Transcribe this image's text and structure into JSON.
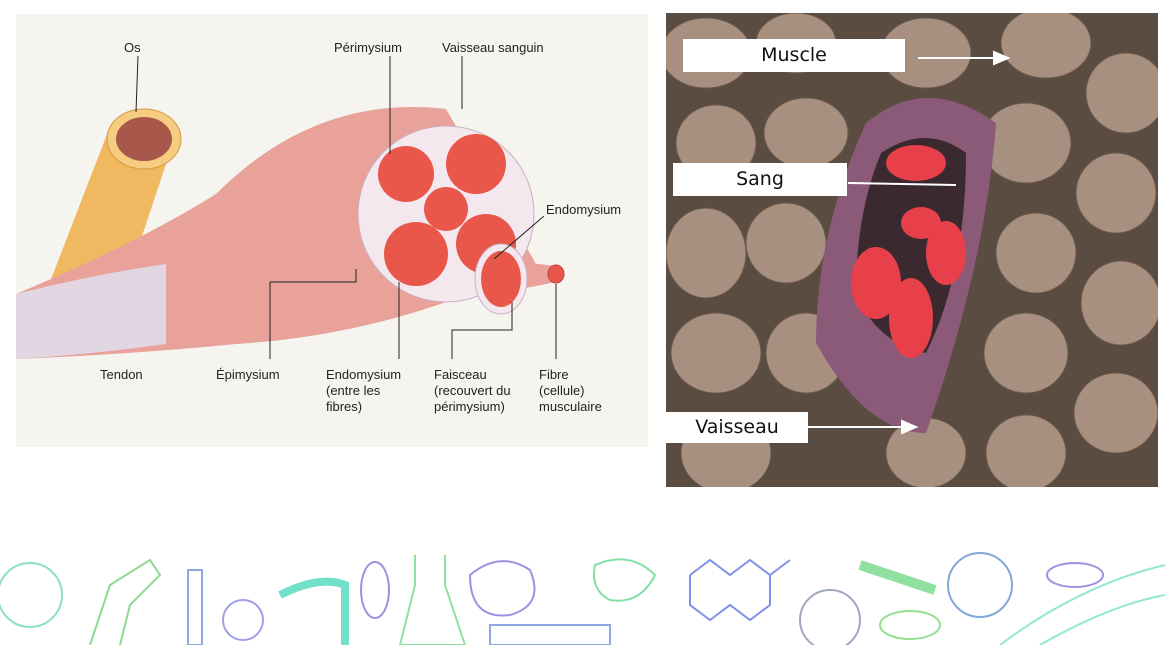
{
  "left_diagram": {
    "labels": {
      "os": "Os",
      "perimysium": "Périmysium",
      "vaisseau_sanguin": "Vaisseau sanguin",
      "endomysium": "Endomysium",
      "tendon": "Tendon",
      "epimysium": "Épimysium",
      "endomysium_fibres": [
        "Endomysium",
        "(entre les",
        "fibres)"
      ],
      "faisceau": [
        "Faisceau",
        "(recouvert du",
        "périmysium)"
      ],
      "fibre": [
        "Fibre",
        "(cellule)",
        "musculaire"
      ]
    }
  },
  "right_photo": {
    "labels": {
      "muscle": "Muscle",
      "sang": "Sang",
      "vaisseau": "Vaisseau"
    }
  },
  "colors": {
    "muscle_pink": "#e8a29a",
    "fiber_red": "#e8574a",
    "bone": "#f0b860",
    "tissue_brown": "#a89080",
    "vessel_purple": "#8a5a78",
    "blood_red": "#e8404a"
  }
}
